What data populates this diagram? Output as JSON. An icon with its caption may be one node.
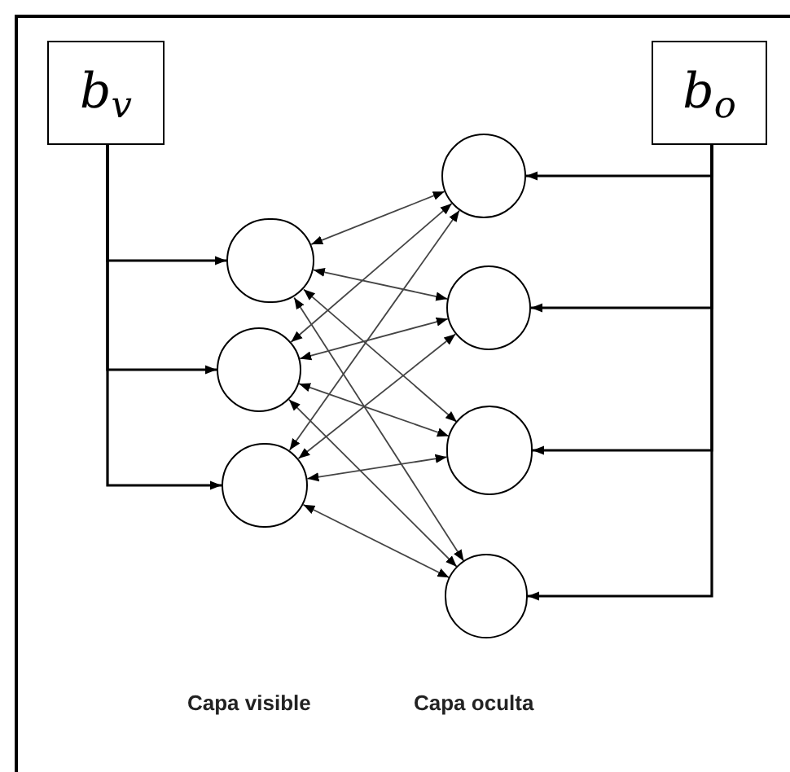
{
  "diagram": {
    "nodes": [
      {
        "text": [
          "b$_{v}$"
        ]
      },
      {
        "text": [
          "b$_{o}$"
        ]
      },
      {
        "text": [],
        "shape": "circle"
      },
      {
        "text": [],
        "shape": "circle"
      },
      {
        "text": [],
        "shape": "circle"
      },
      {
        "text": [],
        "shape": "circle"
      },
      {
        "text": [],
        "shape": "circle"
      },
      {
        "text": [],
        "shape": "circle"
      },
      {
        "text": [],
        "shape": "circle"
      }
    ],
    "edges": [
      {
        "from": 0,
        "to": 2,
        "arrow": "to"
      },
      {
        "from": 0,
        "to": 3,
        "arrow": "to"
      },
      {
        "from": 0,
        "to": 4,
        "arrow": "to"
      },
      {
        "from": 1,
        "to": 5,
        "arrow": "to"
      },
      {
        "from": 1,
        "to": 6,
        "arrow": "to"
      },
      {
        "from": 1,
        "to": 7,
        "arrow": "to"
      },
      {
        "from": 1,
        "to": 8,
        "arrow": "to"
      },
      {
        "from": 2,
        "to": 5,
        "arrow": "both"
      },
      {
        "from": 2,
        "to": 6,
        "arrow": "both"
      },
      {
        "from": 2,
        "to": 7,
        "arrow": "both"
      },
      {
        "from": 2,
        "to": 8,
        "arrow": "both"
      },
      {
        "from": 3,
        "to": 5,
        "arrow": "both"
      },
      {
        "from": 3,
        "to": 6,
        "arrow": "both"
      },
      {
        "from": 3,
        "to": 7,
        "arrow": "both"
      },
      {
        "from": 3,
        "to": 8,
        "arrow": "both"
      },
      {
        "from": 4,
        "to": 5,
        "arrow": "both"
      },
      {
        "from": 4,
        "to": 6,
        "arrow": "both"
      },
      {
        "from": 4,
        "to": 7,
        "arrow": "both"
      },
      {
        "from": 4,
        "to": 8,
        "arrow": "both"
      }
    ],
    "labels": [
      "Capa visible",
      "Capa oculta"
    ]
  }
}
